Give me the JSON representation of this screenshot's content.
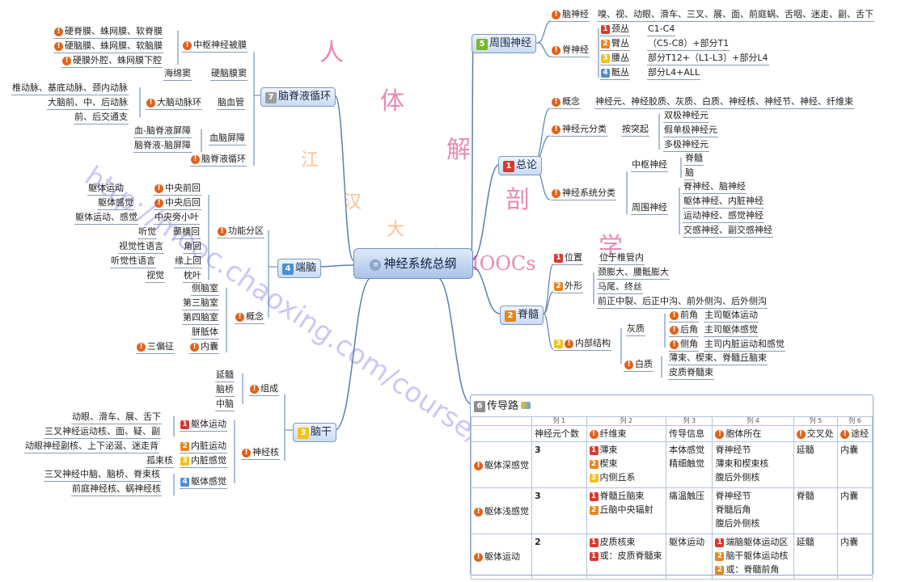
{
  "central": {
    "title": "神经系统总纲"
  },
  "branches": {
    "peripheral": {
      "badge": "5",
      "label": "周围神经"
    },
    "general": {
      "badge": "1",
      "label": "总论"
    },
    "spinal": {
      "badge": "2",
      "label": "脊髓"
    },
    "pathway": {
      "badge": "6",
      "label": "传导路"
    },
    "csf": {
      "badge": "7",
      "label": "脑脊液循环"
    },
    "telen": {
      "badge": "4",
      "label": "端脑"
    },
    "brainstem": {
      "badge": "3",
      "label": "脑干"
    }
  },
  "peripheral": {
    "cranial": {
      "label": "脑神经",
      "list": "嗅、视、动眼、滑车、三叉、展、面、前庭蜗、舌咽、迷走、副、舌下"
    },
    "spinal": {
      "label": "脊神经",
      "items": [
        {
          "badge": "1",
          "name": "颈丛",
          "value": "C1-C4"
        },
        {
          "badge": "2",
          "name": "臂丛",
          "value": "（C5-C8）+部分T1"
        },
        {
          "badge": "3",
          "name": "腰丛",
          "value": "部分T12+（L1-L3）+部分L4"
        },
        {
          "badge": "4",
          "name": "骶丛",
          "value": "部分L4+ALL"
        }
      ]
    }
  },
  "general": {
    "concept": {
      "label": "概念",
      "text": "神经元、神经胶质、灰质、白质、神经核、神经节、神经、纤维束"
    },
    "neuron": {
      "label": "神经元分类",
      "sub": "按突起",
      "items": [
        "双极神经元",
        "假单极神经元",
        "多极神经元"
      ]
    },
    "system": {
      "label": "神经系统分类",
      "central": {
        "label": "中枢神经",
        "items": [
          "脊髓",
          "脑"
        ]
      },
      "peripheral": {
        "label": "周围神经",
        "items": [
          "脊神经、脑神经",
          "躯体神经、内脏神经",
          "运动神经、感觉神经",
          "交感神经、副交感神经"
        ]
      }
    }
  },
  "spinal": {
    "position": {
      "label": "位置",
      "text": "位于椎管内"
    },
    "shape": {
      "label": "外形",
      "items": [
        "颈膨大、腰骶膨大",
        "马尾、终丝",
        "前正中裂、后正中沟、前外侧沟、后外侧沟"
      ]
    },
    "inner": {
      "label": "内部结构",
      "gray": {
        "label": "灰质",
        "items": [
          {
            "name": "前角",
            "text": "主司躯体运动"
          },
          {
            "name": "后角",
            "text": "主司躯体感觉"
          },
          {
            "name": "侧角",
            "text": "主司内脏运动和感觉"
          }
        ]
      },
      "white": {
        "label": "白质",
        "items": [
          "薄束、楔束、脊髓丘脑束",
          "皮质脊髓束"
        ]
      }
    }
  },
  "csf": {
    "cover": {
      "label": "中枢神经被膜",
      "items": [
        "硬脊膜、蛛网膜、软脊膜",
        "硬脑膜、蛛网膜、软脑膜",
        "硬膜外腔、蛛网膜下腔"
      ]
    },
    "sinus": {
      "label": "硬脑膜窦",
      "text": "海绵窦"
    },
    "vessel": {
      "label": "脑血管",
      "arterial": {
        "label": "大脑动脉环",
        "items": [
          "椎动脉、基底动脉、颈内动脉",
          "大脑前、中、后动脉",
          "前、后交通支"
        ]
      }
    },
    "barrier": {
      "label": "血脑屏障",
      "items": [
        "血-脑脊液屏障",
        "脑脊液-脑屏障"
      ]
    },
    "circulation": {
      "label": "脑脊液循环"
    }
  },
  "telen": {
    "func": {
      "label": "功能分区",
      "items": [
        {
          "area": "中央前回",
          "fn": "躯体运动",
          "mark": true
        },
        {
          "area": "中央后回",
          "fn": "躯体感觉",
          "mark": true
        },
        {
          "area": "中央旁小叶",
          "fn": "躯体运动、感觉",
          "mark": false
        },
        {
          "area": "颞横回",
          "fn": "听觉",
          "mark": false
        },
        {
          "area": "角回",
          "fn": "视觉性语言",
          "mark": false
        },
        {
          "area": "缘上回",
          "fn": "听觉性语言",
          "mark": false
        },
        {
          "area": "枕叶",
          "fn": "视觉",
          "mark": false
        }
      ]
    },
    "concept": {
      "label": "概念",
      "items": [
        "侧脑室",
        "第三脑室",
        "第四脑室",
        "胼胝体"
      ],
      "capsule": {
        "label": "内囊",
        "note": "三偏征"
      }
    }
  },
  "brainstem": {
    "composition": {
      "label": "组成",
      "items": [
        "延髓",
        "脑桥",
        "中脑"
      ]
    },
    "nuclei": {
      "label": "神经核",
      "items": [
        {
          "badge": "1",
          "label": "躯体运动",
          "details": [
            "动眼、滑车、展、舌下",
            "三叉神经运动核、面、疑、副"
          ]
        },
        {
          "badge": "2",
          "label": "内脏运动",
          "details": [
            "动眼神经副核、上下泌涎、迷走背"
          ]
        },
        {
          "badge": "3",
          "label": "内脏感觉",
          "details": [
            "孤束核"
          ]
        },
        {
          "badge": "4",
          "label": "躯体感觉",
          "details": [
            "三叉神经中脑、脑桥、脊束核",
            "前庭神经核、蜗神经核"
          ]
        }
      ]
    }
  },
  "table": {
    "col_numbers": [
      "列 1",
      "列 2",
      "列 3",
      "列 4",
      "列 5",
      "列 6"
    ],
    "headers": [
      "神经元个数",
      "纤维束",
      "传导信息",
      "胞体所在",
      "交叉处",
      "途经"
    ],
    "rows": [
      {
        "name": "躯体深感觉",
        "count": "3",
        "fibers": [
          [
            "1",
            "薄束"
          ],
          [
            "2",
            "楔束"
          ],
          [
            "3",
            "内侧丘系"
          ]
        ],
        "info": [
          "本体感觉",
          "精细触觉"
        ],
        "soma": [
          "脊神经节",
          "薄束和楔束核",
          "腹后外侧核"
        ],
        "cross": "延髓",
        "via": "内囊"
      },
      {
        "name": "躯体浅感觉",
        "count": "3",
        "fibers": [
          [
            "1",
            "脊髓丘脑束"
          ],
          [
            "2",
            "丘脑中央辐射"
          ]
        ],
        "info": [
          "痛温触压"
        ],
        "soma": [
          "脊神经节",
          "脊髓后角",
          "腹后外侧核"
        ],
        "cross": "脊髓",
        "via": "内囊"
      },
      {
        "name": "躯体运动",
        "count": "2",
        "fibers": [
          [
            "1",
            "皮质核束"
          ],
          [
            "1",
            "或：皮质脊髓束"
          ]
        ],
        "info": [
          "躯体运动"
        ],
        "soma": [
          [
            "1",
            "端脑躯体运动区"
          ],
          [
            "2",
            "脑干躯体运动核"
          ],
          [
            "2",
            "或：脊髓前角"
          ]
        ],
        "cross": "延髓",
        "via": "内囊"
      }
    ]
  },
  "watermark": {
    "title_chars": [
      "人",
      "体",
      "解",
      "剖",
      "学"
    ],
    "url": "http://mooc.chaoxing.com/course/272275.html",
    "school_chars": [
      "江",
      "汉",
      "大",
      "学"
    ],
    "mooc": "MOOCs"
  },
  "colors": {
    "accent": "#7d99c4",
    "line": "#5a7fb0",
    "excl": "#e0621a"
  }
}
